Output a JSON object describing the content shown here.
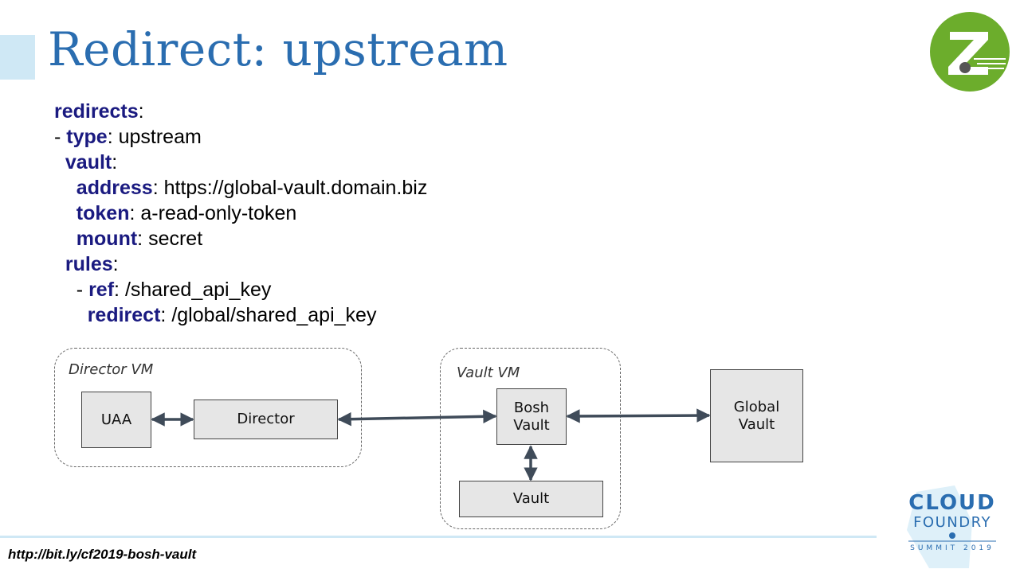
{
  "title": "Redirect: upstream",
  "code_lines": [
    {
      "indent": "",
      "key": "redirects",
      "sep": ":",
      "value": ""
    },
    {
      "indent": "- ",
      "key": "type",
      "sep": ": ",
      "value": "upstream"
    },
    {
      "indent": "  ",
      "key": "vault",
      "sep": ":",
      "value": ""
    },
    {
      "indent": "    ",
      "key": "address",
      "sep": ": ",
      "value": "https://global-vault.domain.biz"
    },
    {
      "indent": "    ",
      "key": "token",
      "sep": ": ",
      "value": "a-read-only-token"
    },
    {
      "indent": "    ",
      "key": "mount",
      "sep": ": ",
      "value": "secret"
    },
    {
      "indent": "  ",
      "key": "rules",
      "sep": ":",
      "value": ""
    },
    {
      "indent": "    - ",
      "key": "ref",
      "sep": ": ",
      "value": "/shared_api_key"
    },
    {
      "indent": "      ",
      "key": "redirect",
      "sep": ": ",
      "value": "/global/shared_api_key"
    }
  ],
  "diagram": {
    "groups": {
      "director_vm": "Director VM",
      "vault_vm": "Vault VM"
    },
    "nodes": {
      "uaa": "UAA",
      "director": "Director",
      "bosh_vault_line1": "Bosh",
      "bosh_vault_line2": "Vault",
      "vault": "Vault",
      "global_vault_line1": "Global",
      "global_vault_line2": "Vault"
    }
  },
  "footer": {
    "link": "http://bit.ly/cf2019-bosh-vault"
  },
  "logos": {
    "zipcar_icon": "zipcar-z-icon",
    "cf_line1": "CLOUD",
    "cf_line2": "FOUNDRY",
    "cf_line3": "SUMMIT 2019",
    "brand_green": "#6cad2c",
    "brand_blue": "#2a6db0"
  }
}
